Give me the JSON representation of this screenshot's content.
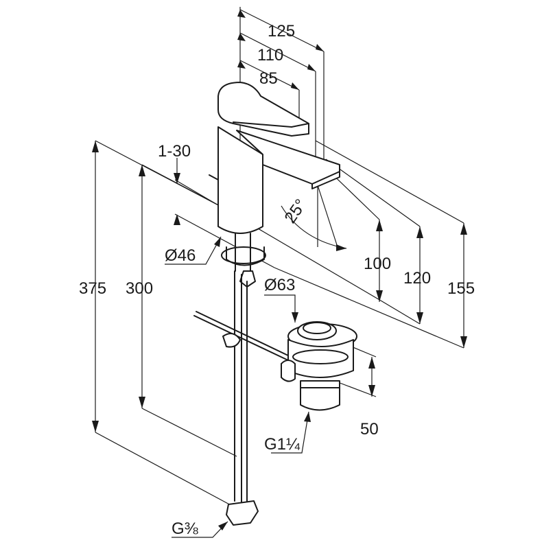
{
  "diagram": {
    "dimensions": {
      "width_125": "125",
      "width_110": "110",
      "width_85": "85",
      "counter_thickness": "1-30",
      "tilt_angle": "25°",
      "spout_height_100": "100",
      "spout_height_120": "120",
      "total_height_155": "155",
      "height_375": "375",
      "height_300": "300",
      "body_diameter": "Ø46",
      "waste_diameter": "Ø63",
      "waste_height": "50",
      "waste_thread": "G1¼",
      "hose_thread": "G⅜"
    },
    "colors": {
      "line": "#1a1a1a",
      "background": "#ffffff"
    }
  }
}
